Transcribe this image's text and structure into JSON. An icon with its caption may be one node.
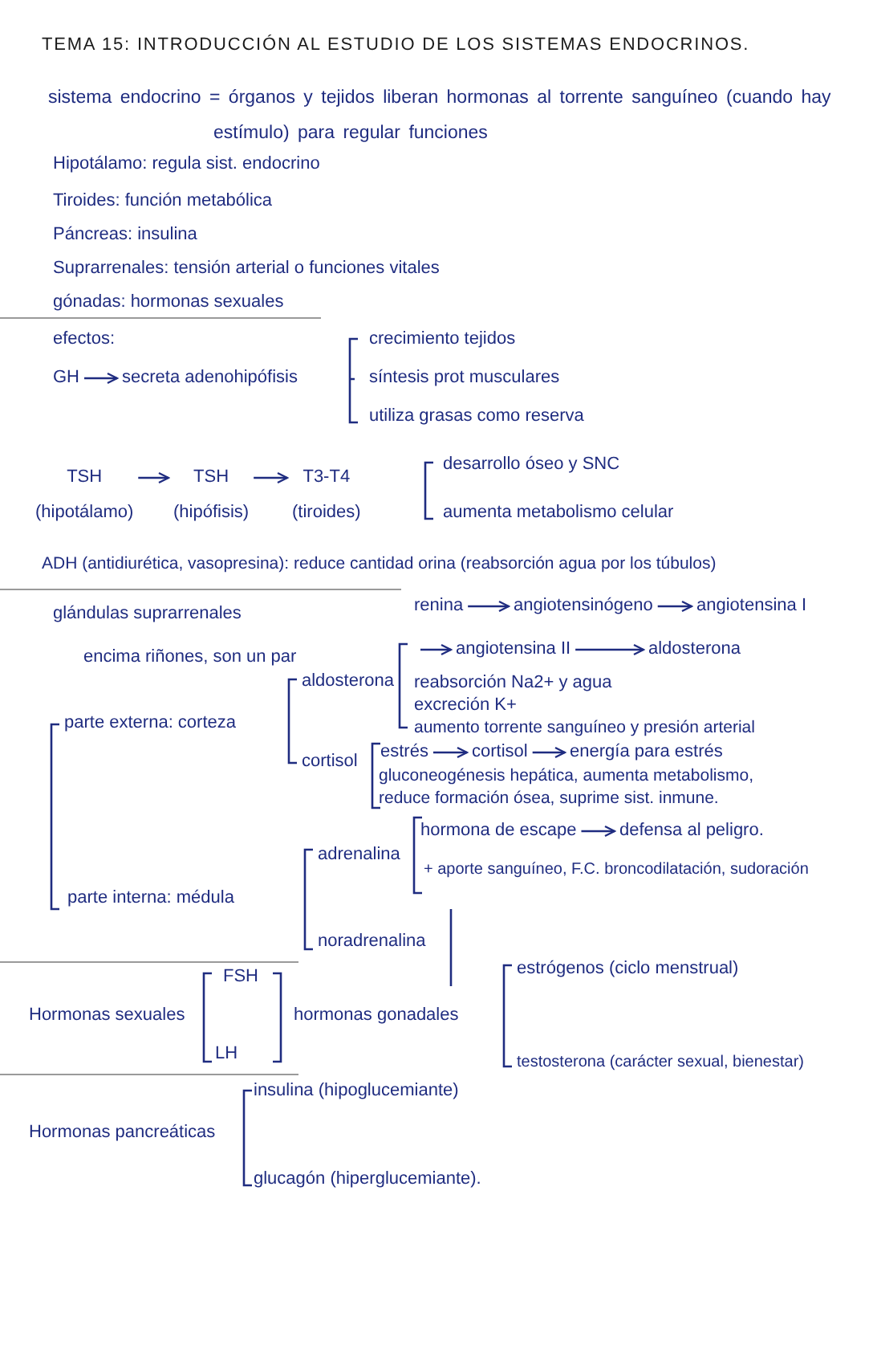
{
  "diagram": {
    "title": "TEMA 15: INTRODUCCIÓN AL ESTUDIO DE LOS SISTEMAS ENDOCRINOS.",
    "nodes": [
      {
        "text": [
          "GH"
        ]
      },
      {
        "text": [
          "secreta adenohipófisis"
        ]
      },
      {
        "text": [
          "TSH",
          "(hipotálamo)"
        ]
      },
      {
        "text": [
          "TSH",
          "(hipófisis)"
        ]
      },
      {
        "text": [
          "T3-T4",
          "(tiroides)"
        ]
      },
      {
        "text": [
          "renina"
        ]
      },
      {
        "text": [
          "angiotensinógeno"
        ]
      },
      {
        "text": [
          "angiotensina I"
        ]
      },
      {
        "text": [
          "angiotensina II"
        ]
      },
      {
        "text": [
          "aldosterona"
        ]
      },
      {
        "text": [
          "estrés"
        ]
      },
      {
        "text": [
          "cortisol"
        ]
      },
      {
        "text": [
          "energía para estrés"
        ]
      },
      {
        "text": [
          "hormona de escape"
        ]
      },
      {
        "text": [
          "defensa al peligro."
        ]
      }
    ],
    "edges": [
      {
        "from": 0,
        "to": 1,
        "arrow": "to"
      },
      {
        "from": 2,
        "to": 3,
        "arrow": "to"
      },
      {
        "from": 3,
        "to": 4,
        "arrow": "to"
      },
      {
        "from": 5,
        "to": 6,
        "arrow": "to"
      },
      {
        "from": 6,
        "to": 7,
        "arrow": "to"
      },
      {
        "from": null,
        "to": 8,
        "arrow": "to"
      },
      {
        "from": 8,
        "to": 9,
        "arrow": "to"
      },
      {
        "from": 10,
        "to": 11,
        "arrow": "to"
      },
      {
        "from": 11,
        "to": 12,
        "arrow": "to"
      },
      {
        "from": 13,
        "to": 14,
        "arrow": "to"
      }
    ],
    "labels": [
      "sistema endocrino = órganos y tejidos liberan hormonas al torrente sanguíneo (cuando hay estímulo) para regular funciones",
      "Hipotálamo: regula sist. endocrino",
      "Tiroides: función metabólica",
      "Páncreas: insulina",
      "Suprarrenales: tensión arterial o funciones vitales",
      "gónadas: hormonas sexuales",
      "efectos:",
      "crecimiento tejidos",
      "síntesis prot musculares",
      "utiliza grasas como reserva",
      "desarrollo óseo y SNC",
      "aumenta metabolismo celular",
      "ADH (antidiurética, vasopresina): reduce cantidad orina (reabsorción agua por los túbulos)",
      "glándulas suprarrenales",
      "encima riñones, son un par",
      "aldosterona",
      "reabsorción Na2+ y agua",
      "excreción K+",
      "parte externa: corteza",
      "aumento torrente sanguíneo y presión arterial",
      "cortisol",
      "gluconeogénesis hepática, aumenta metabolismo,",
      "reduce formación ósea, suprime sist. inmune.",
      "adrenalina",
      "+ aporte sanguíneo, F.C. broncodilatación, sudoración",
      "parte interna: médula",
      "noradrenalina",
      "FSH",
      "estrógenos (ciclo menstrual)",
      "Hormonas sexuales",
      "hormonas gonadales",
      "LH",
      "testosterona (carácter sexual, bienestar)",
      "insulina (hipoglucemiante)",
      "Hormonas pancreáticas",
      "glucagón (hiperglucemiante)."
    ]
  }
}
